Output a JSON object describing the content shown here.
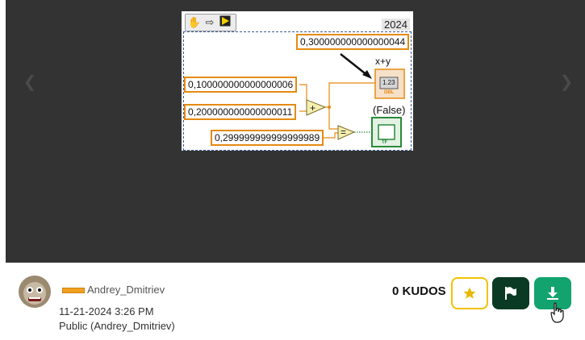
{
  "viewer": {
    "prev_icon": "chevron-left-icon",
    "next_icon": "chevron-right-icon"
  },
  "diagram": {
    "year_label": "2024",
    "constants": {
      "result": "0,300000000000000044",
      "a": "0,100000000000000006",
      "b": "0,200000000000000011",
      "c": "0,299999999999999989"
    },
    "sum_label": "x+y",
    "indicator_text": "1.23",
    "indicator_type": "DBL",
    "false_label": "(False)",
    "bool_type": "TF",
    "add_symbol": "+",
    "equal_symbol": "="
  },
  "post": {
    "username": "Andrey_Dmitriev",
    "date": "11-21-2024 3:26 PM",
    "visibility": "Public (Andrey_Dmitriev)",
    "kudos": "0 KUDOS"
  },
  "colors": {
    "viewer_bg": "#333333",
    "wire_orange": "#e58a12",
    "kudo_border": "#f2c200",
    "flag_bg": "#0a3a24",
    "download_bg": "#12a36e"
  }
}
